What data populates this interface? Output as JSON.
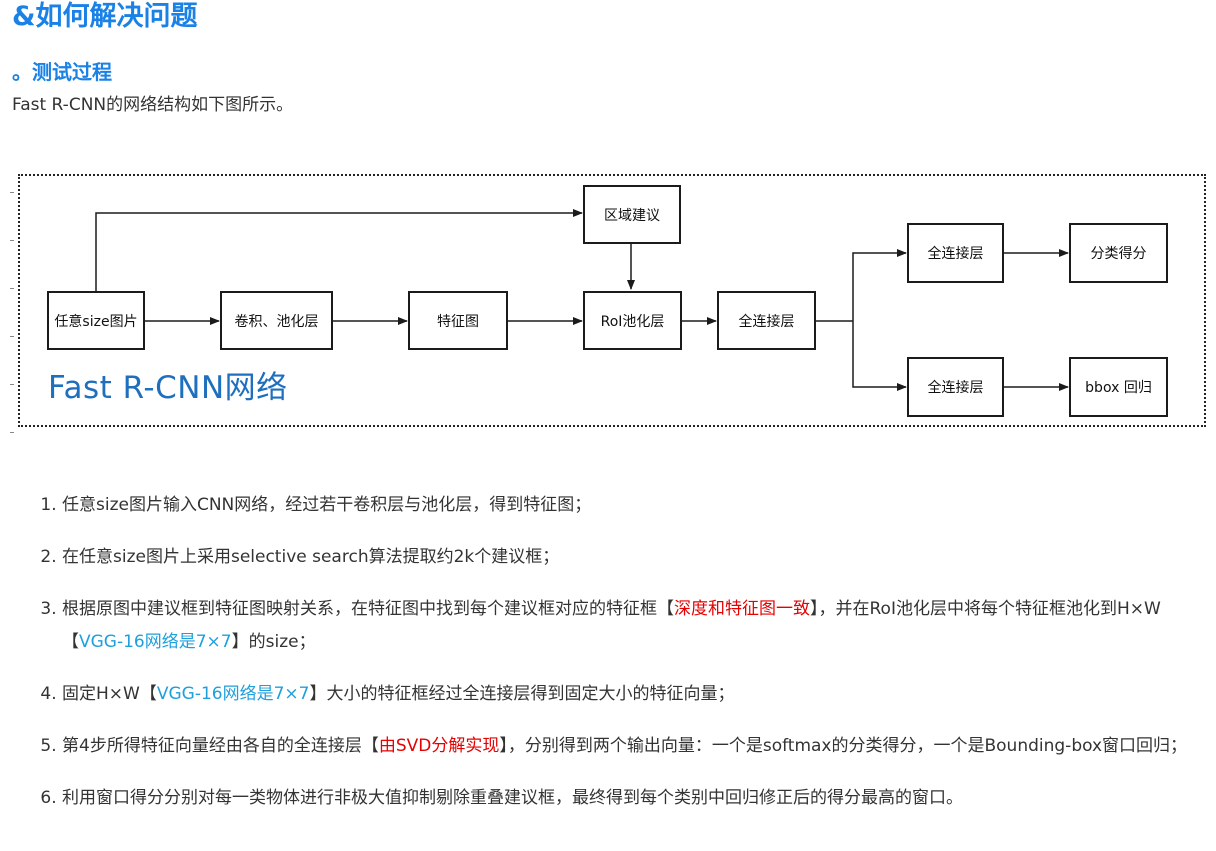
{
  "heading": "&如何解决问题",
  "subheading": "。测试过程",
  "intro": "Fast R-CNN的网络结构如下图所示。",
  "diagram": {
    "title": "Fast R-CNN网络",
    "boxes": {
      "input": "任意size图片",
      "conv": "卷积、池化层",
      "feature": "特征图",
      "region": "区域建议",
      "roi": "RoI池化层",
      "fc_main": "全连接层",
      "fc_top": "全连接层",
      "fc_bottom": "全连接层",
      "cls": "分类得分",
      "bbox": "bbox 回归"
    }
  },
  "steps": [
    {
      "parts": [
        {
          "text": "任意size图片输入CNN网络，经过若干卷积层与池化层，得到特征图；"
        }
      ]
    },
    {
      "parts": [
        {
          "text": "在任意size图片上采用selective search算法提取约2k个建议框；"
        }
      ]
    },
    {
      "parts": [
        {
          "text": "根据原图中建议框到特征图映射关系，在特征图中找到每个建议框对应的特征框【"
        },
        {
          "text": "深度和特征图一致",
          "cls": "red"
        },
        {
          "text": "】，并在RoI池化层中将每个特征框池化到H×W【"
        },
        {
          "text": "VGG-16网络是7×7",
          "cls": "cyan"
        },
        {
          "text": "】的size；"
        }
      ]
    },
    {
      "parts": [
        {
          "text": "固定H×W【"
        },
        {
          "text": "VGG-16网络是7×7",
          "cls": "cyan"
        },
        {
          "text": "】大小的特征框经过全连接层得到固定大小的特征向量；"
        }
      ]
    },
    {
      "parts": [
        {
          "text": "第4步所得特征向量经由各自的全连接层【"
        },
        {
          "text": "由SVD分解实现",
          "cls": "red"
        },
        {
          "text": "】，分别得到两个输出向量：一个是softmax的分类得分，一个是Bounding-box窗口回归；"
        }
      ]
    },
    {
      "parts": [
        {
          "text": "利用窗口得分分别对每一类物体进行非极大值抑制剔除重叠建议框，最终得到每个类别中回归修正后的得分最高的窗口。"
        }
      ]
    }
  ],
  "colors": {
    "heading": "#1a82e6",
    "emphasis_red": "#e60000",
    "emphasis_cyan": "#1ea0dc",
    "diagram_title": "#1f6fbf"
  }
}
